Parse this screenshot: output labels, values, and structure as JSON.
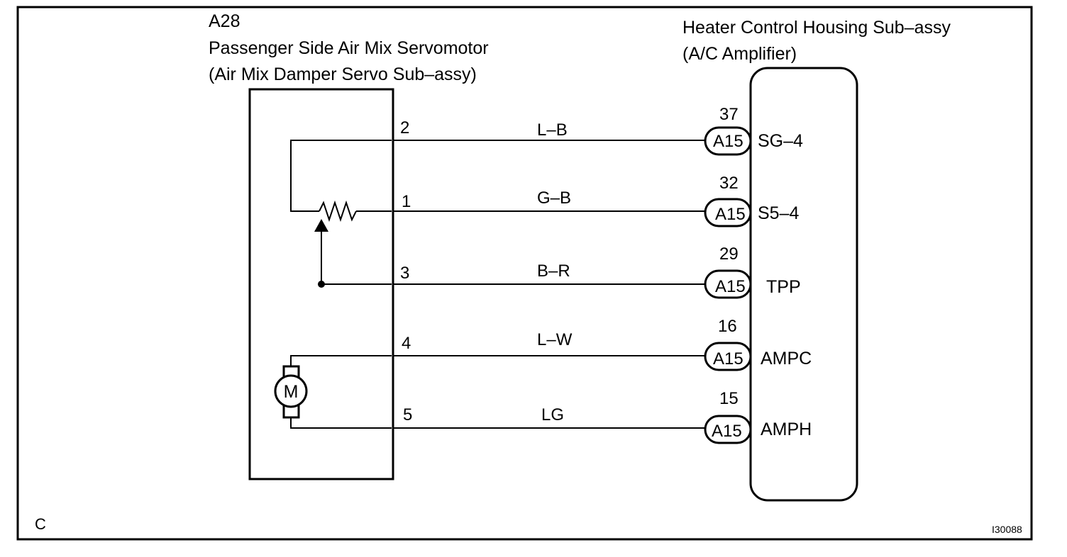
{
  "servomotor": {
    "code": "A28",
    "name": "Passenger Side Air Mix Servomotor",
    "subname": "(Air Mix Damper Servo Sub–assy)",
    "motor_label": "M"
  },
  "amplifier": {
    "name": "Heater Control Housing Sub–assy",
    "subname": "(A/C Amplifier)"
  },
  "wires": [
    {
      "pin": "2",
      "color": "L–B",
      "terminal": "37",
      "connector": "A15",
      "signal": "SG–4"
    },
    {
      "pin": "1",
      "color": "G–B",
      "terminal": "32",
      "connector": "A15",
      "signal": "S5–4"
    },
    {
      "pin": "3",
      "color": "B–R",
      "terminal": "29",
      "connector": "A15",
      "signal": "TPP"
    },
    {
      "pin": "4",
      "color": "L–W",
      "terminal": "16",
      "connector": "A15",
      "signal": "AMPC"
    },
    {
      "pin": "5",
      "color": "LG",
      "terminal": "15",
      "connector": "A15",
      "signal": "AMPH"
    }
  ],
  "footer": {
    "left": "C",
    "code": "I30088"
  }
}
